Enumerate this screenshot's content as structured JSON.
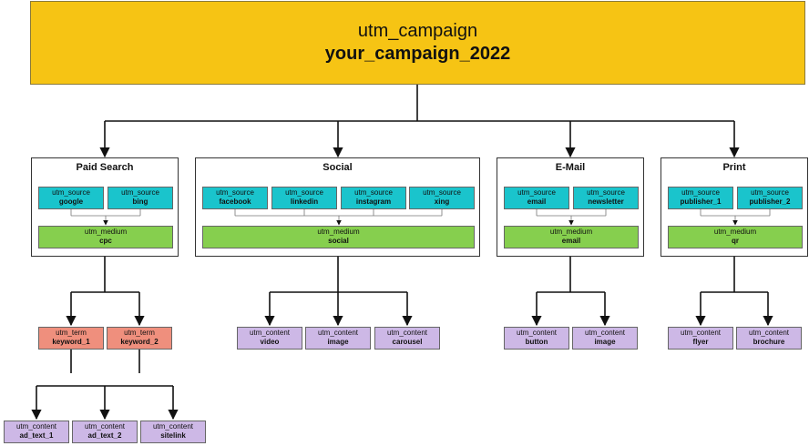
{
  "root": {
    "key": "utm_campaign",
    "value": "your_campaign_2022"
  },
  "colors": {
    "campaign": "#f6c414",
    "source": "#1ac4cc",
    "medium": "#86cf4e",
    "term": "#ef8f7d",
    "content": "#cdb8e6"
  },
  "groups": {
    "paid_search": {
      "title": "Paid Search",
      "sources": [
        {
          "key": "utm_source",
          "value": "google"
        },
        {
          "key": "utm_source",
          "value": "bing"
        }
      ],
      "medium": {
        "key": "utm_medium",
        "value": "cpc"
      },
      "terms": [
        {
          "key": "utm_term",
          "value": "keyword_1"
        },
        {
          "key": "utm_term",
          "value": "keyword_2"
        }
      ],
      "contents": [
        {
          "key": "utm_content",
          "value": "ad_text_1"
        },
        {
          "key": "utm_content",
          "value": "ad_text_2"
        },
        {
          "key": "utm_content",
          "value": "sitelink"
        }
      ]
    },
    "social": {
      "title": "Social",
      "sources": [
        {
          "key": "utm_source",
          "value": "facebook"
        },
        {
          "key": "utm_source",
          "value": "linkedin"
        },
        {
          "key": "utm_source",
          "value": "instagram"
        },
        {
          "key": "utm_source",
          "value": "xing"
        }
      ],
      "medium": {
        "key": "utm_medium",
        "value": "social"
      },
      "contents": [
        {
          "key": "utm_content",
          "value": "video"
        },
        {
          "key": "utm_content",
          "value": "image"
        },
        {
          "key": "utm_content",
          "value": "carousel"
        }
      ]
    },
    "email": {
      "title": "E-Mail",
      "sources": [
        {
          "key": "utm_source",
          "value": "email"
        },
        {
          "key": "utm_source",
          "value": "newsletter"
        }
      ],
      "medium": {
        "key": "utm_medium",
        "value": "email"
      },
      "contents": [
        {
          "key": "utm_content",
          "value": "button"
        },
        {
          "key": "utm_content",
          "value": "image"
        }
      ]
    },
    "print": {
      "title": "Print",
      "sources": [
        {
          "key": "utm_source",
          "value": "publisher_1"
        },
        {
          "key": "utm_source",
          "value": "publisher_2"
        }
      ],
      "medium": {
        "key": "utm_medium",
        "value": "qr"
      },
      "contents": [
        {
          "key": "utm_content",
          "value": "flyer"
        },
        {
          "key": "utm_content",
          "value": "brochure"
        }
      ]
    }
  }
}
